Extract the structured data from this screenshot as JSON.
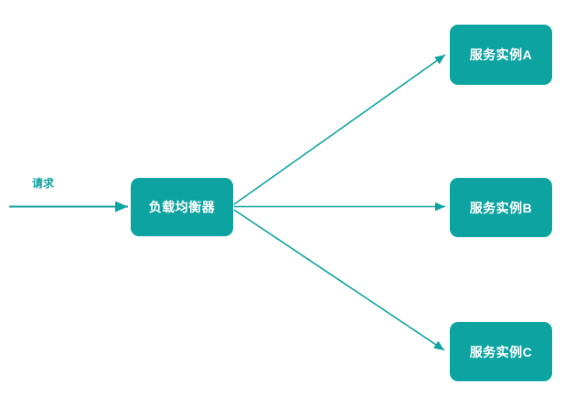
{
  "diagram": {
    "title": "Load balancer fan-out diagram",
    "background_color": "#ffffff",
    "accent_color": "#0DA3A0",
    "node_text_color": "#ffffff",
    "edge_color": "#0DA3A0",
    "nodes": {
      "load_balancer": {
        "label": "负载均衡器",
        "name": "load-balancer-node"
      },
      "instance_a": {
        "label": "服务实例A",
        "name": "service-instance-a-node"
      },
      "instance_b": {
        "label": "服务实例B",
        "name": "service-instance-b-node"
      },
      "instance_c": {
        "label": "服务实例C",
        "name": "service-instance-c-node"
      }
    },
    "edges": {
      "request": {
        "label": "请求",
        "from": "",
        "to": "负载均衡器"
      },
      "to_a": {
        "label": "",
        "from": "负载均衡器",
        "to": "服务实例A"
      },
      "to_b": {
        "label": "",
        "from": "负载均衡器",
        "to": "服务实例B"
      },
      "to_c": {
        "label": "",
        "from": "负载均衡器",
        "to": "服务实例C"
      }
    }
  }
}
